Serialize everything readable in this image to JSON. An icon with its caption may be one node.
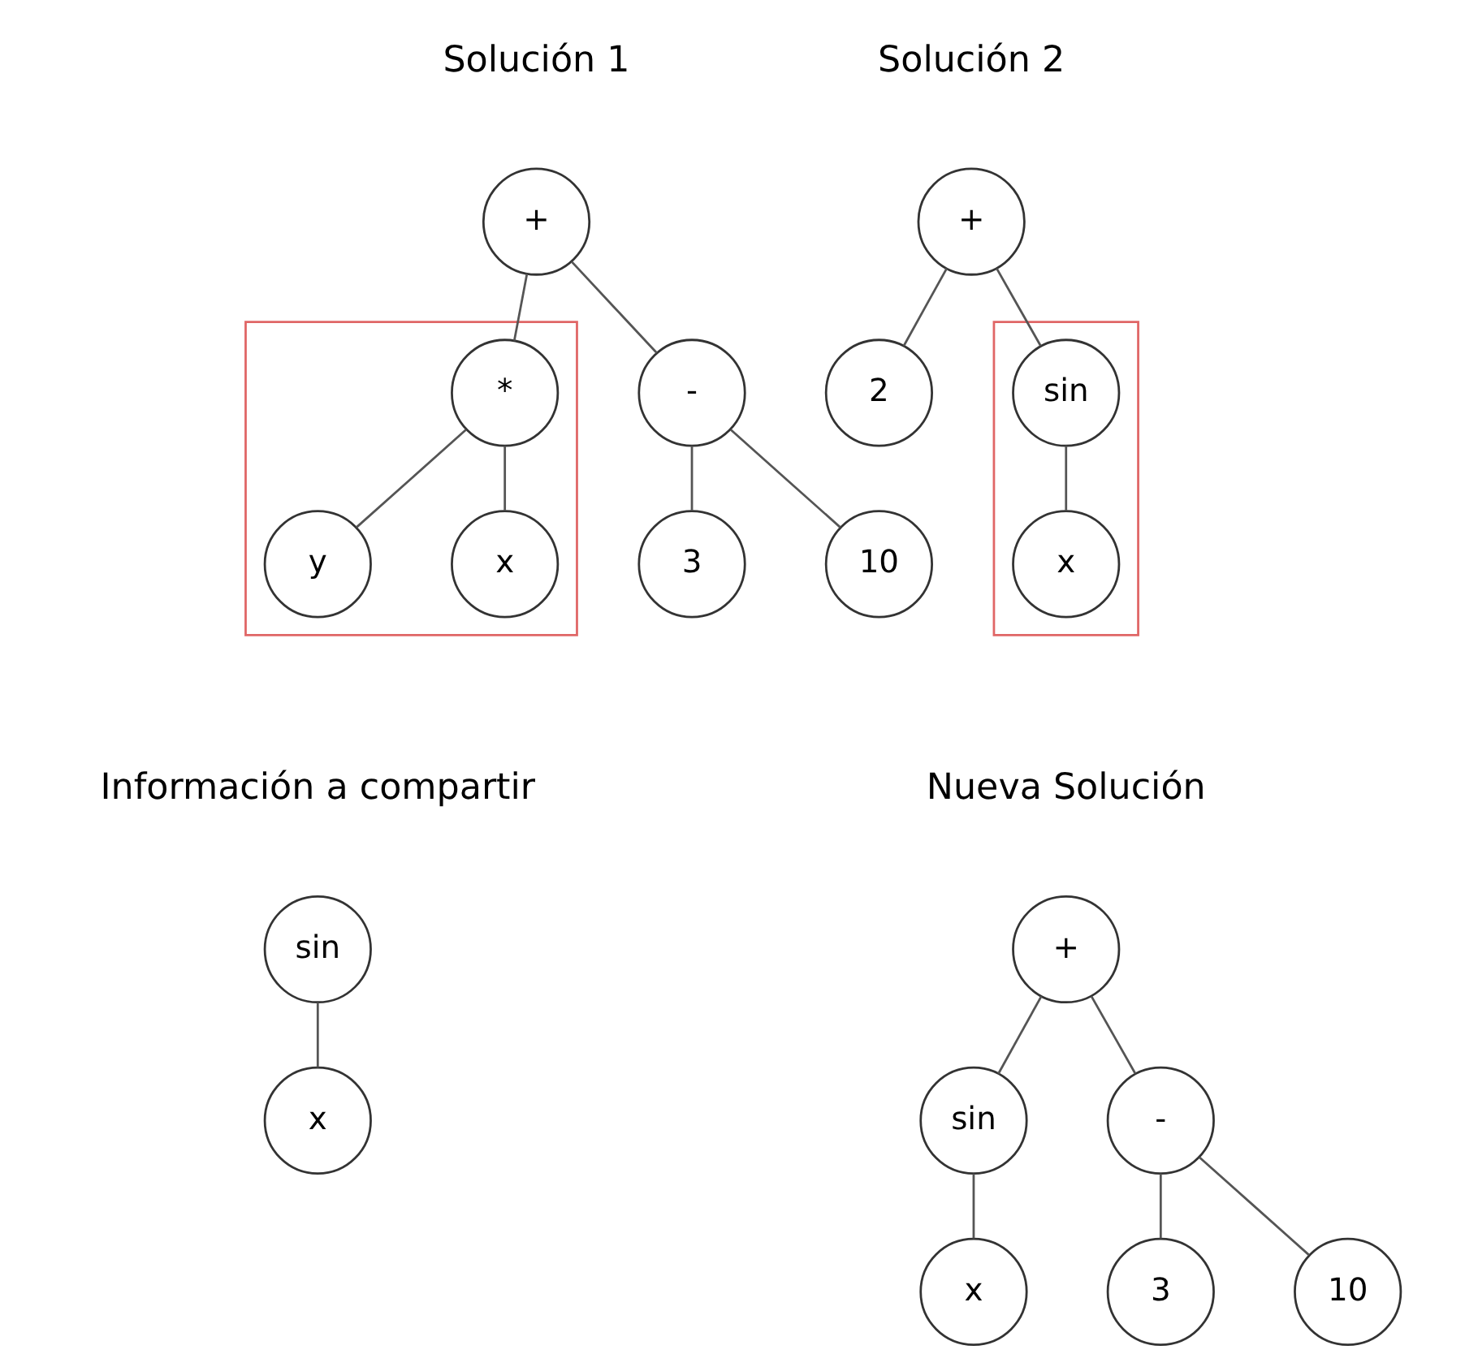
{
  "diagram": {
    "nodes": [
      {
        "text": [
          "+"
        ]
      },
      {
        "text": [],
        "shape": "box"
      },
      {
        "text": [
          "*"
        ],
        "in": 1
      },
      {
        "text": [
          "y"
        ],
        "in": 1
      },
      {
        "text": [
          "x"
        ],
        "in": 1
      },
      {
        "text": [
          "-"
        ]
      },
      {
        "text": [
          "3"
        ]
      },
      {
        "text": [
          "10"
        ]
      },
      {
        "text": [
          "+"
        ]
      },
      {
        "text": [
          "2"
        ]
      },
      {
        "text": [],
        "shape": "box"
      },
      {
        "text": [
          "sin"
        ],
        "in": 10
      },
      {
        "text": [
          "x"
        ],
        "in": 10
      },
      {
        "text": [
          "sin"
        ]
      },
      {
        "text": [
          "x"
        ]
      },
      {
        "text": [
          "+"
        ]
      },
      {
        "text": [
          "sin"
        ]
      },
      {
        "text": [
          "-"
        ]
      },
      {
        "text": [
          "x"
        ]
      },
      {
        "text": [
          "3"
        ]
      },
      {
        "text": [
          "10"
        ]
      }
    ],
    "edges": [
      {
        "from": 0,
        "to": 2,
        "arrow": "none"
      },
      {
        "from": 0,
        "to": 5,
        "arrow": "none"
      },
      {
        "from": 2,
        "to": 3,
        "arrow": "none"
      },
      {
        "from": 2,
        "to": 4,
        "arrow": "none"
      },
      {
        "from": 5,
        "to": 6,
        "arrow": "none"
      },
      {
        "from": 5,
        "to": 7,
        "arrow": "none"
      },
      {
        "from": 8,
        "to": 9,
        "arrow": "none"
      },
      {
        "from": 8,
        "to": 11,
        "arrow": "none"
      },
      {
        "from": 11,
        "to": 12,
        "arrow": "none"
      },
      {
        "from": 13,
        "to": 14,
        "arrow": "none"
      },
      {
        "from": 15,
        "to": 16,
        "arrow": "none"
      },
      {
        "from": 15,
        "to": 17,
        "arrow": "none"
      },
      {
        "from": 16,
        "to": 18,
        "arrow": "none"
      },
      {
        "from": 17,
        "to": 19,
        "arrow": "none"
      },
      {
        "from": 17,
        "to": 20,
        "arrow": "none"
      }
    ],
    "labels": [
      "Solución 1",
      "Solución 2",
      "Información a compartir",
      "Nueva Solución"
    ]
  }
}
